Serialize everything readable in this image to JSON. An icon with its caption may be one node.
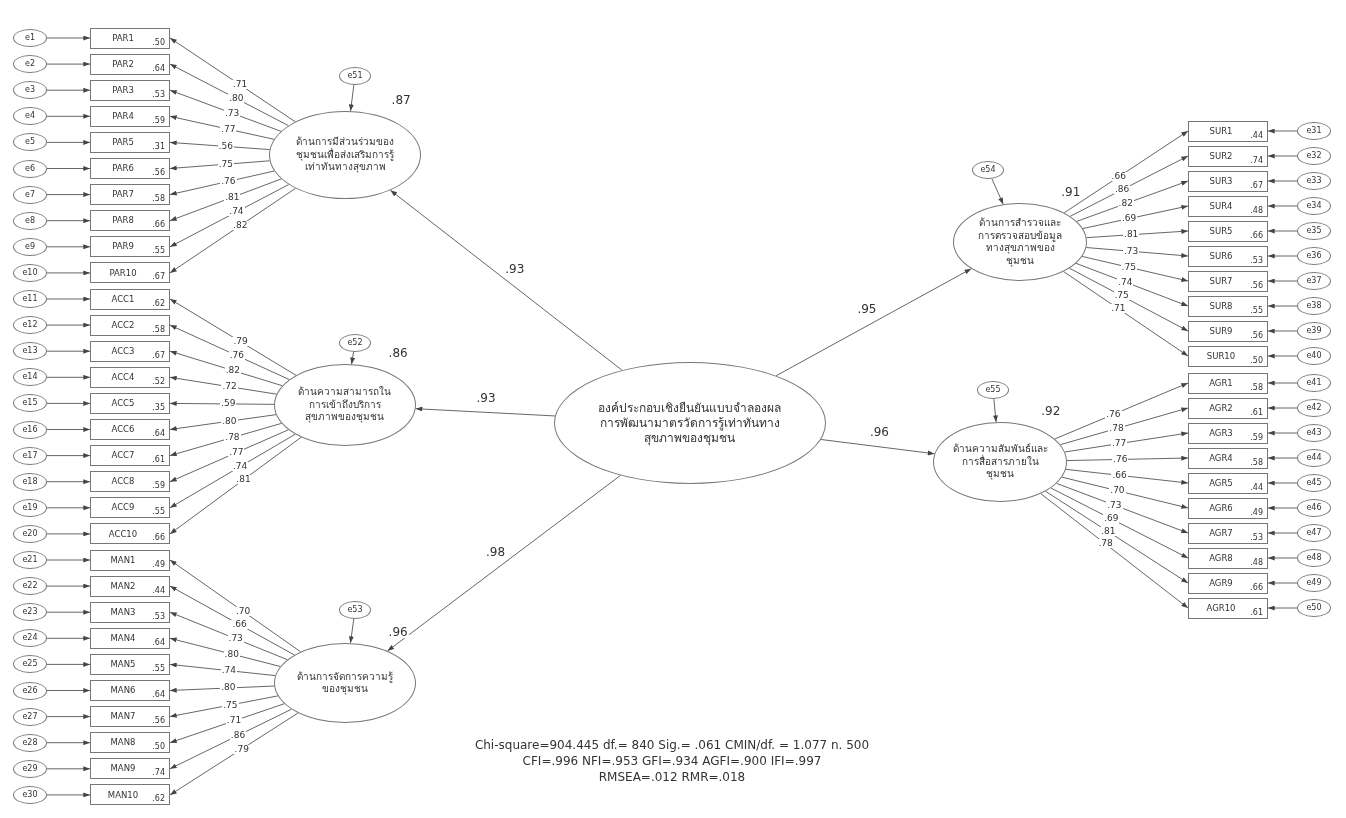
{
  "diagram": {
    "nodes": [
      {
        "text": [
          "องค์ประกอบเชิงยืนยันแบบจำลองผลการพัฒนามาตรวัดการรู้เท่าทันทางสุขภาพของชุมชน"
        ]
      },
      {
        "text": [
          "ด้านการมีส่วนร่วมของชุมชนเพื่อส่งเสริมการรู้เท่าทันทางสุขภาพ"
        ],
        "beside": [
          ".87"
        ]
      },
      {
        "text": [
          "ด้านความสามารถในการเข้าถึงบริการสุขภาพของชุมชน"
        ],
        "beside": [
          ".86"
        ]
      },
      {
        "text": [
          "ด้านการจัดการความรู้ของชุมชน"
        ],
        "beside": [
          ".96"
        ]
      },
      {
        "text": [
          "ด้านการสำรวจและการตรวจสอบข้อมูลทางสุขภาพของชุมชน"
        ],
        "beside": [
          ".91"
        ]
      },
      {
        "text": [
          "ด้านความสัมพันธ์และการสื่อสารภายในชุมชน"
        ],
        "beside": [
          ".92"
        ]
      },
      {
        "text": [
          "e51"
        ]
      },
      {
        "text": [
          "e52"
        ]
      },
      {
        "text": [
          "e53"
        ]
      },
      {
        "text": [
          "e54"
        ]
      },
      {
        "text": [
          "e55"
        ]
      },
      {
        "text": [
          "PAR1",
          ".50"
        ]
      },
      {
        "text": [
          "PAR2",
          ".64"
        ]
      },
      {
        "text": [
          "PAR3",
          ".53"
        ]
      },
      {
        "text": [
          "PAR4",
          ".59"
        ]
      },
      {
        "text": [
          "PAR5",
          ".31"
        ]
      },
      {
        "text": [
          "PAR6",
          ".56"
        ]
      },
      {
        "text": [
          "PAR7",
          ".58"
        ]
      },
      {
        "text": [
          "PAR8",
          ".66"
        ]
      },
      {
        "text": [
          "PAR9",
          ".55"
        ]
      },
      {
        "text": [
          "PAR10",
          ".67"
        ]
      },
      {
        "text": [
          "ACC1",
          ".62"
        ]
      },
      {
        "text": [
          "ACC2",
          ".58"
        ]
      },
      {
        "text": [
          "ACC3",
          ".67"
        ]
      },
      {
        "text": [
          "ACC4",
          ".52"
        ]
      },
      {
        "text": [
          "ACC5",
          ".35"
        ]
      },
      {
        "text": [
          "ACC6",
          ".64"
        ]
      },
      {
        "text": [
          "ACC7",
          ".61"
        ]
      },
      {
        "text": [
          "ACC8",
          ".59"
        ]
      },
      {
        "text": [
          "ACC9",
          ".55"
        ]
      },
      {
        "text": [
          "ACC10",
          ".66"
        ]
      },
      {
        "text": [
          "MAN1",
          ".49"
        ]
      },
      {
        "text": [
          "MAN2",
          ".44"
        ]
      },
      {
        "text": [
          "MAN3",
          ".53"
        ]
      },
      {
        "text": [
          "MAN4",
          ".64"
        ]
      },
      {
        "text": [
          "MAN5",
          ".55"
        ]
      },
      {
        "text": [
          "MAN6",
          ".64"
        ]
      },
      {
        "text": [
          "MAN7",
          ".56"
        ]
      },
      {
        "text": [
          "MAN8",
          ".50"
        ]
      },
      {
        "text": [
          "MAN9",
          ".74"
        ]
      },
      {
        "text": [
          "MAN10",
          ".62"
        ]
      },
      {
        "text": [
          "SUR1",
          ".44"
        ]
      },
      {
        "text": [
          "SUR2",
          ".74"
        ]
      },
      {
        "text": [
          "SUR3",
          ".67"
        ]
      },
      {
        "text": [
          "SUR4",
          ".48"
        ]
      },
      {
        "text": [
          "SUR5",
          ".66"
        ]
      },
      {
        "text": [
          "SUR6",
          ".53"
        ]
      },
      {
        "text": [
          "SUR7",
          ".56"
        ]
      },
      {
        "text": [
          "SUR8",
          ".55"
        ]
      },
      {
        "text": [
          "SUR9",
          ".56"
        ]
      },
      {
        "text": [
          "SUR10",
          ".50"
        ]
      },
      {
        "text": [
          "AGR1",
          ".58"
        ]
      },
      {
        "text": [
          "AGR2",
          ".61"
        ]
      },
      {
        "text": [
          "AGR3",
          ".59"
        ]
      },
      {
        "text": [
          "AGR4",
          ".58"
        ]
      },
      {
        "text": [
          "AGR5",
          ".44"
        ]
      },
      {
        "text": [
          "AGR6",
          ".49"
        ]
      },
      {
        "text": [
          "AGR7",
          ".53"
        ]
      },
      {
        "text": [
          "AGR8",
          ".48"
        ]
      },
      {
        "text": [
          "AGR9",
          ".66"
        ]
      },
      {
        "text": [
          "AGR10",
          ".61"
        ]
      },
      {
        "text": [
          "e1"
        ]
      },
      {
        "text": [
          "e2"
        ]
      },
      {
        "text": [
          "e3"
        ]
      },
      {
        "text": [
          "e4"
        ]
      },
      {
        "text": [
          "e5"
        ]
      },
      {
        "text": [
          "e6"
        ]
      },
      {
        "text": [
          "e7"
        ]
      },
      {
        "text": [
          "e8"
        ]
      },
      {
        "text": [
          "e9"
        ]
      },
      {
        "text": [
          "e10"
        ]
      },
      {
        "text": [
          "e11"
        ]
      },
      {
        "text": [
          "e12"
        ]
      },
      {
        "text": [
          "e13"
        ]
      },
      {
        "text": [
          "e14"
        ]
      },
      {
        "text": [
          "e15"
        ]
      },
      {
        "text": [
          "e16"
        ]
      },
      {
        "text": [
          "e17"
        ]
      },
      {
        "text": [
          "e18"
        ]
      },
      {
        "text": [
          "e19"
        ]
      },
      {
        "text": [
          "e20"
        ]
      },
      {
        "text": [
          "e21"
        ]
      },
      {
        "text": [
          "e22"
        ]
      },
      {
        "text": [
          "e23"
        ]
      },
      {
        "text": [
          "e24"
        ]
      },
      {
        "text": [
          "e25"
        ]
      },
      {
        "text": [
          "e26"
        ]
      },
      {
        "text": [
          "e27"
        ]
      },
      {
        "text": [
          "e28"
        ]
      },
      {
        "text": [
          "e29"
        ]
      },
      {
        "text": [
          "e30"
        ]
      },
      {
        "text": [
          "e31"
        ]
      },
      {
        "text": [
          "e32"
        ]
      },
      {
        "text": [
          "e33"
        ]
      },
      {
        "text": [
          "e34"
        ]
      },
      {
        "text": [
          "e35"
        ]
      },
      {
        "text": [
          "e36"
        ]
      },
      {
        "text": [
          "e37"
        ]
      },
      {
        "text": [
          "e38"
        ]
      },
      {
        "text": [
          "e39"
        ]
      },
      {
        "text": [
          "e40"
        ]
      },
      {
        "text": [
          "e41"
        ]
      },
      {
        "text": [
          "e42"
        ]
      },
      {
        "text": [
          "e43"
        ]
      },
      {
        "text": [
          "e44"
        ]
      },
      {
        "text": [
          "e45"
        ]
      },
      {
        "text": [
          "e46"
        ]
      },
      {
        "text": [
          "e47"
        ]
      },
      {
        "text": [
          "e48"
        ]
      },
      {
        "text": [
          "e49"
        ]
      },
      {
        "text": [
          "e50"
        ]
      }
    ],
    "edges": [
      {
        "from": 0,
        "to": 1,
        "arrow": "to",
        "label": ".93"
      },
      {
        "from": 0,
        "to": 2,
        "arrow": "to",
        "label": ".93"
      },
      {
        "from": 0,
        "to": 3,
        "arrow": "to",
        "label": ".98"
      },
      {
        "from": 0,
        "to": 4,
        "arrow": "to",
        "label": ".95"
      },
      {
        "from": 0,
        "to": 5,
        "arrow": "to",
        "label": ".96"
      },
      {
        "from": 6,
        "to": 1,
        "arrow": "to"
      },
      {
        "from": 7,
        "to": 2,
        "arrow": "to"
      },
      {
        "from": 8,
        "to": 3,
        "arrow": "to"
      },
      {
        "from": 9,
        "to": 4,
        "arrow": "to"
      },
      {
        "from": 10,
        "to": 5,
        "arrow": "to"
      },
      {
        "from": 1,
        "to": 11,
        "arrow": "to",
        "label": ".71"
      },
      {
        "from": 1,
        "to": 12,
        "arrow": "to",
        "label": ".80"
      },
      {
        "from": 1,
        "to": 13,
        "arrow": "to",
        "label": ".73"
      },
      {
        "from": 1,
        "to": 14,
        "arrow": "to",
        "label": ".77"
      },
      {
        "from": 1,
        "to": 15,
        "arrow": "to",
        "label": ".56"
      },
      {
        "from": 1,
        "to": 16,
        "arrow": "to",
        "label": ".75"
      },
      {
        "from": 1,
        "to": 17,
        "arrow": "to",
        "label": ".76"
      },
      {
        "from": 1,
        "to": 18,
        "arrow": "to",
        "label": ".81"
      },
      {
        "from": 1,
        "to": 19,
        "arrow": "to",
        "label": ".74"
      },
      {
        "from": 1,
        "to": 20,
        "arrow": "to",
        "label": ".82"
      },
      {
        "from": 2,
        "to": 21,
        "arrow": "to",
        "label": ".79"
      },
      {
        "from": 2,
        "to": 22,
        "arrow": "to",
        "label": ".76"
      },
      {
        "from": 2,
        "to": 23,
        "arrow": "to",
        "label": ".82"
      },
      {
        "from": 2,
        "to": 24,
        "arrow": "to",
        "label": ".72"
      },
      {
        "from": 2,
        "to": 25,
        "arrow": "to",
        "label": ".59"
      },
      {
        "from": 2,
        "to": 26,
        "arrow": "to",
        "label": ".80"
      },
      {
        "from": 2,
        "to": 27,
        "arrow": "to",
        "label": ".78"
      },
      {
        "from": 2,
        "to": 28,
        "arrow": "to",
        "label": ".77"
      },
      {
        "from": 2,
        "to": 29,
        "arrow": "to",
        "label": ".74"
      },
      {
        "from": 2,
        "to": 30,
        "arrow": "to",
        "label": ".81"
      },
      {
        "from": 3,
        "to": 31,
        "arrow": "to",
        "label": ".70"
      },
      {
        "from": 3,
        "to": 32,
        "arrow": "to",
        "label": ".66"
      },
      {
        "from": 3,
        "to": 33,
        "arrow": "to",
        "label": ".73"
      },
      {
        "from": 3,
        "to": 34,
        "arrow": "to",
        "label": ".80"
      },
      {
        "from": 3,
        "to": 35,
        "arrow": "to",
        "label": ".74"
      },
      {
        "from": 3,
        "to": 36,
        "arrow": "to",
        "label": ".80"
      },
      {
        "from": 3,
        "to": 37,
        "arrow": "to",
        "label": ".75"
      },
      {
        "from": 3,
        "to": 38,
        "arrow": "to",
        "label": ".71"
      },
      {
        "from": 3,
        "to": 39,
        "arrow": "to",
        "label": ".86"
      },
      {
        "from": 3,
        "to": 40,
        "arrow": "to",
        "label": ".79"
      },
      {
        "from": 4,
        "to": 41,
        "arrow": "to",
        "label": ".66"
      },
      {
        "from": 4,
        "to": 42,
        "arrow": "to",
        "label": ".86"
      },
      {
        "from": 4,
        "to": 43,
        "arrow": "to",
        "label": ".82"
      },
      {
        "from": 4,
        "to": 44,
        "arrow": "to",
        "label": ".69"
      },
      {
        "from": 4,
        "to": 45,
        "arrow": "to",
        "label": ".81"
      },
      {
        "from": 4,
        "to": 46,
        "arrow": "to",
        "label": ".73"
      },
      {
        "from": 4,
        "to": 47,
        "arrow": "to",
        "label": ".75"
      },
      {
        "from": 4,
        "to": 48,
        "arrow": "to",
        "label": ".74"
      },
      {
        "from": 4,
        "to": 49,
        "arrow": "to",
        "label": ".75"
      },
      {
        "from": 4,
        "to": 50,
        "arrow": "to",
        "label": ".71"
      },
      {
        "from": 5,
        "to": 51,
        "arrow": "to",
        "label": ".76"
      },
      {
        "from": 5,
        "to": 52,
        "arrow": "to",
        "label": ".78"
      },
      {
        "from": 5,
        "to": 53,
        "arrow": "to",
        "label": ".77"
      },
      {
        "from": 5,
        "to": 54,
        "arrow": "to",
        "label": ".76"
      },
      {
        "from": 5,
        "to": 55,
        "arrow": "to",
        "label": ".66"
      },
      {
        "from": 5,
        "to": 56,
        "arrow": "to",
        "label": ".70"
      },
      {
        "from": 5,
        "to": 57,
        "arrow": "to",
        "label": ".73"
      },
      {
        "from": 5,
        "to": 58,
        "arrow": "to",
        "label": ".69"
      },
      {
        "from": 5,
        "to": 59,
        "arrow": "to",
        "label": ".81"
      },
      {
        "from": 5,
        "to": 60,
        "arrow": "to",
        "label": ".78"
      },
      {
        "from": 61,
        "to": 11,
        "arrow": "to"
      },
      {
        "from": 62,
        "to": 12,
        "arrow": "to"
      },
      {
        "from": 63,
        "to": 13,
        "arrow": "to"
      },
      {
        "from": 64,
        "to": 14,
        "arrow": "to"
      },
      {
        "from": 65,
        "to": 15,
        "arrow": "to"
      },
      {
        "from": 66,
        "to": 16,
        "arrow": "to"
      },
      {
        "from": 67,
        "to": 17,
        "arrow": "to"
      },
      {
        "from": 68,
        "to": 18,
        "arrow": "to"
      },
      {
        "from": 69,
        "to": 19,
        "arrow": "to"
      },
      {
        "from": 70,
        "to": 20,
        "arrow": "to"
      },
      {
        "from": 71,
        "to": 21,
        "arrow": "to"
      },
      {
        "from": 72,
        "to": 22,
        "arrow": "to"
      },
      {
        "from": 73,
        "to": 23,
        "arrow": "to"
      },
      {
        "from": 74,
        "to": 24,
        "arrow": "to"
      },
      {
        "from": 75,
        "to": 25,
        "arrow": "to"
      },
      {
        "from": 76,
        "to": 26,
        "arrow": "to"
      },
      {
        "from": 77,
        "to": 27,
        "arrow": "to"
      },
      {
        "from": 78,
        "to": 28,
        "arrow": "to"
      },
      {
        "from": 79,
        "to": 29,
        "arrow": "to"
      },
      {
        "from": 80,
        "to": 30,
        "arrow": "to"
      },
      {
        "from": 81,
        "to": 31,
        "arrow": "to"
      },
      {
        "from": 82,
        "to": 32,
        "arrow": "to"
      },
      {
        "from": 83,
        "to": 33,
        "arrow": "to"
      },
      {
        "from": 84,
        "to": 34,
        "arrow": "to"
      },
      {
        "from": 85,
        "to": 35,
        "arrow": "to"
      },
      {
        "from": 86,
        "to": 36,
        "arrow": "to"
      },
      {
        "from": 87,
        "to": 37,
        "arrow": "to"
      },
      {
        "from": 88,
        "to": 38,
        "arrow": "to"
      },
      {
        "from": 89,
        "to": 39,
        "arrow": "to"
      },
      {
        "from": 90,
        "to": 40,
        "arrow": "to"
      },
      {
        "from": 91,
        "to": 41,
        "arrow": "to"
      },
      {
        "from": 92,
        "to": 42,
        "arrow": "to"
      },
      {
        "from": 93,
        "to": 43,
        "arrow": "to"
      },
      {
        "from": 94,
        "to": 44,
        "arrow": "to"
      },
      {
        "from": 95,
        "to": 45,
        "arrow": "to"
      },
      {
        "from": 96,
        "to": 46,
        "arrow": "to"
      },
      {
        "from": 97,
        "to": 47,
        "arrow": "to"
      },
      {
        "from": 98,
        "to": 48,
        "arrow": "to"
      },
      {
        "from": 99,
        "to": 49,
        "arrow": "to"
      },
      {
        "from": 100,
        "to": 50,
        "arrow": "to"
      },
      {
        "from": 101,
        "to": 51,
        "arrow": "to"
      },
      {
        "from": 102,
        "to": 52,
        "arrow": "to"
      },
      {
        "from": 103,
        "to": 53,
        "arrow": "to"
      },
      {
        "from": 104,
        "to": 54,
        "arrow": "to"
      },
      {
        "from": 105,
        "to": 55,
        "arrow": "to"
      },
      {
        "from": 106,
        "to": 56,
        "arrow": "to"
      },
      {
        "from": 107,
        "to": 57,
        "arrow": "to"
      },
      {
        "from": 108,
        "to": 58,
        "arrow": "to"
      },
      {
        "from": 109,
        "to": 59,
        "arrow": "to"
      },
      {
        "from": 110,
        "to": 60,
        "arrow": "to"
      }
    ],
    "labels": [
      "Chi-square=904.445  df.= 840  Sig.= .061 CMIN/df. = 1.077  n. 500",
      "CFI=.996 NFI=.953 GFI=.934 AGFI=.900 IFI=.997",
      "RMSEA=.012 RMR=.018"
    ]
  }
}
